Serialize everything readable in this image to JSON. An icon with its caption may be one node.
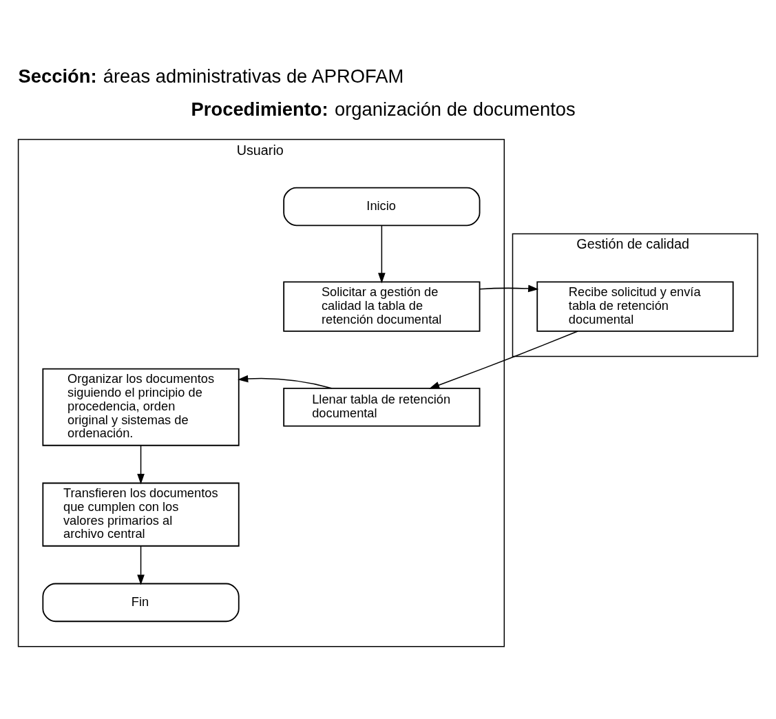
{
  "diagram": {
    "title": "**Sección:** áreas administrativas de APROFAM",
    "nodes": [
      {
        "text": [
          "Usuario"
        ]
      },
      {
        "text": [
          "Gestión de calidad"
        ]
      },
      {
        "text": [
          "Inicio"
        ],
        "in": 0
      },
      {
        "text": [
          "Solicitar a gestión de calidad la tabla de retención documental"
        ],
        "in": 0
      },
      {
        "text": [
          "Recibe solicitud y envía tabla de retención documental"
        ],
        "in": 1
      },
      {
        "text": [
          "Organizar los documentos siguiendo el principio de procedencia, orden original y sistemas de ordenación."
        ],
        "in": 0
      },
      {
        "text": [
          "Llenar tabla de retención documental"
        ],
        "in": 0
      },
      {
        "text": [
          "Transfieren los documentos que cumplen con los valores primarios al archivo central"
        ],
        "in": 0
      },
      {
        "text": [
          "Fin"
        ],
        "in": 0
      }
    ],
    "edges": [
      {
        "from": 2,
        "to": 3,
        "arrow": "to"
      },
      {
        "from": 3,
        "to": 4,
        "arrow": "to"
      },
      {
        "from": 4,
        "to": 6,
        "arrow": "to"
      },
      {
        "from": 6,
        "to": 5,
        "arrow": "to"
      },
      {
        "from": 5,
        "to": 7,
        "arrow": "to"
      },
      {
        "from": 7,
        "to": 8,
        "arrow": "to"
      }
    ],
    "labels": [
      "**Procedimiento:** organización de documentos"
    ]
  }
}
